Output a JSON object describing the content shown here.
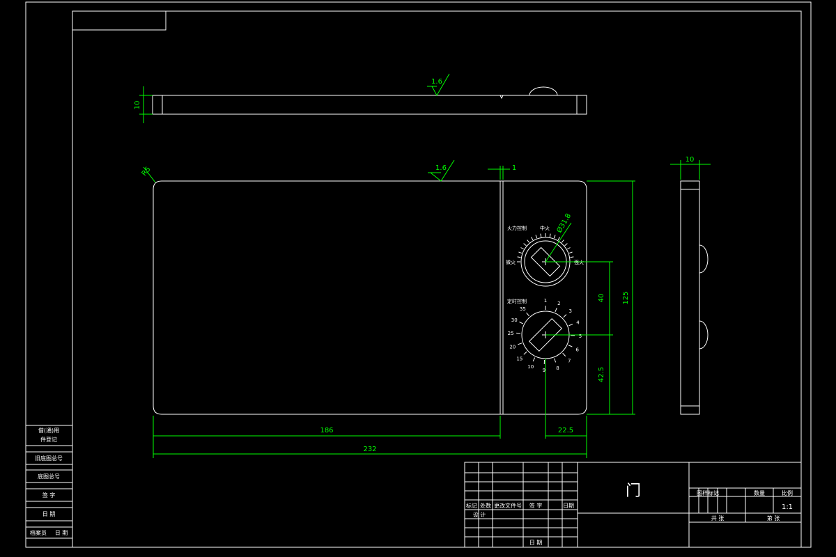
{
  "colors": {
    "background": "#000000",
    "outline": "#ffffff",
    "dimension": "#00ff00"
  },
  "title_block": {
    "part_name": "门",
    "scale": "1:1",
    "headers": {
      "drawing_mark": "图样标记",
      "quantity": "数量",
      "scale": "比例"
    },
    "sheet_labels": {
      "total": "共 张",
      "page": "第 张"
    },
    "revision_headers": {
      "mark": "标记",
      "count": "处数",
      "document": "更改文件号",
      "signature": "签 字",
      "date": "日期"
    },
    "design_label": "设 计",
    "date_label": "日 期"
  },
  "side_table": {
    "rows": [
      "借(通)用",
      "件登记",
      "旧底图总号",
      "底图总号",
      "签 字",
      "日 期",
      "档案员",
      "日 期"
    ]
  },
  "dimensions": {
    "top_view_thickness": "10",
    "top_view_roughness": "1.6",
    "front_roughness": "1.6",
    "corner_radius": "R5",
    "gap_width": "1",
    "knob_diameter": "Ø31.8",
    "knob_spacing": "40",
    "height": "125",
    "bottom_knob_height": "42.5",
    "window_width": "186",
    "overall_width": "232",
    "knob_offset": "22.5",
    "side_thickness": "10"
  },
  "labels": {
    "fire_control": "火力控制",
    "mid_fire": "中火",
    "low_fire": "微火",
    "high_fire": "强火",
    "timer_control": "定时控制",
    "timer_ticks": [
      "1",
      "2",
      "3",
      "4",
      "5",
      "6",
      "7",
      "8",
      "9",
      "10",
      "15",
      "20",
      "25",
      "30",
      "35"
    ]
  }
}
